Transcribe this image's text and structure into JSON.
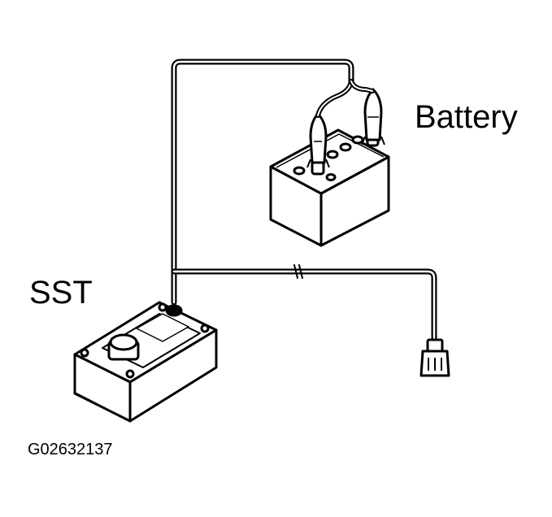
{
  "labels": {
    "battery": "Battery",
    "sst": "SST",
    "figure_id": "G02632137"
  },
  "colors": {
    "ink": "#000000",
    "paper": "#ffffff",
    "shade": "#d6d6d6"
  },
  "icons": {
    "battery": "battery-icon",
    "sst": "sst-tester-box-icon",
    "connector": "connector-plug-icon"
  }
}
